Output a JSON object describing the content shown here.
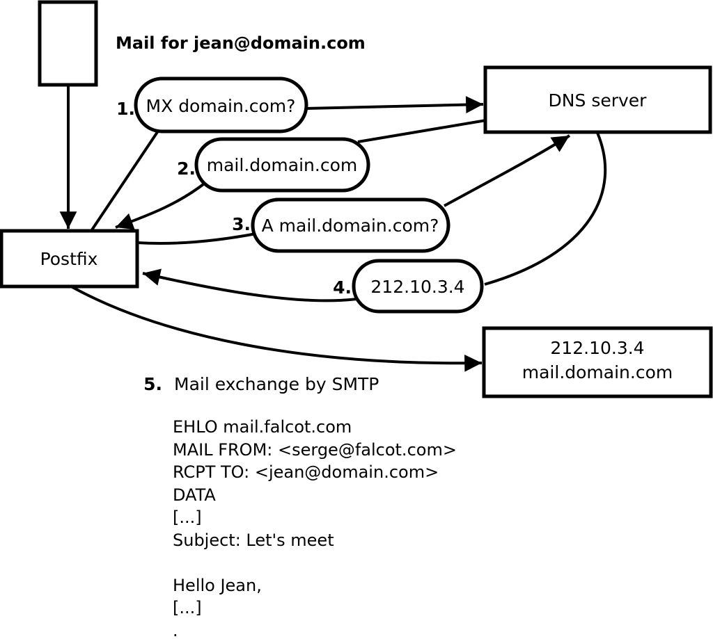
{
  "title": "Mail for jean@domain.com",
  "nodes": {
    "postfix": {
      "label": "Postfix"
    },
    "dns": {
      "label": "DNS server"
    },
    "target": {
      "line1": "212.10.3.4",
      "line2": "mail.domain.com"
    }
  },
  "steps": [
    {
      "num": "1.",
      "label": "MX domain.com?"
    },
    {
      "num": "2.",
      "label": "mail.domain.com"
    },
    {
      "num": "3.",
      "label": "A mail.domain.com?"
    },
    {
      "num": "4.",
      "label": "212.10.3.4"
    },
    {
      "num": "5.",
      "label": "Mail exchange by SMTP"
    }
  ],
  "smtp": {
    "lines": [
      "EHLO mail.falcot.com",
      "MAIL FROM: <serge@falcot.com>",
      "RCPT TO: <jean@domain.com>",
      "DATA",
      "[...]",
      "Subject: Let's meet",
      "",
      "Hello Jean,",
      "[...]",
      "."
    ]
  },
  "colors": {
    "stroke": "#000000",
    "background": "#ffffff"
  }
}
